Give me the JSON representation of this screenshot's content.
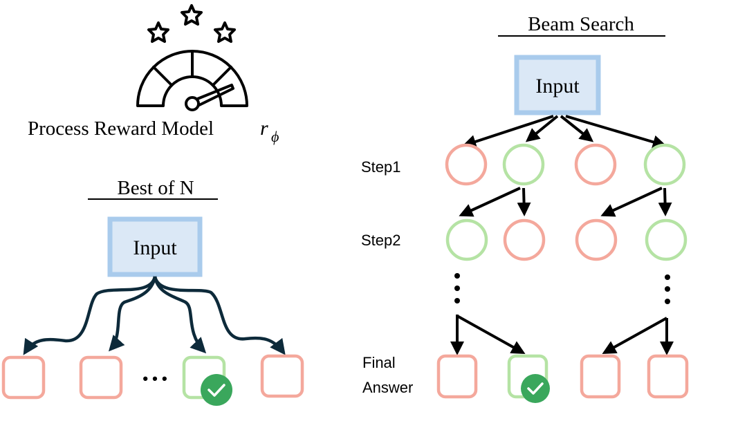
{
  "prm": {
    "title": "Process Reward Model",
    "symbol": "r",
    "subscript": "ϕ",
    "icon": "gauge-with-stars-icon"
  },
  "best_of_n": {
    "title": "Best of N",
    "input_label": "Input",
    "ellipsis": "• • •",
    "candidates": [
      {
        "status": "rejected"
      },
      {
        "status": "rejected"
      },
      {
        "status": "selected"
      },
      {
        "status": "rejected"
      }
    ]
  },
  "beam_search": {
    "title": "Beam Search",
    "input_label": "Input",
    "row_labels": {
      "step1": "Step1",
      "step2": "Step2",
      "final_line1": "Final",
      "final_line2": "Answer"
    },
    "step1": [
      "rejected",
      "kept",
      "rejected",
      "kept"
    ],
    "step2": [
      "kept",
      "rejected",
      "rejected",
      "kept"
    ],
    "final": [
      "rejected",
      "selected",
      "rejected",
      "rejected"
    ]
  },
  "colors": {
    "rejected": "#f4a89c",
    "kept": "#b5e3a4",
    "selected": "#b5e3a4",
    "check_badge": "#3aa75c",
    "input_fill": "#dbe8f6",
    "input_border": "#a9cbec",
    "arrow_dark": "#0d2a3a",
    "arrow_black": "#000000"
  }
}
